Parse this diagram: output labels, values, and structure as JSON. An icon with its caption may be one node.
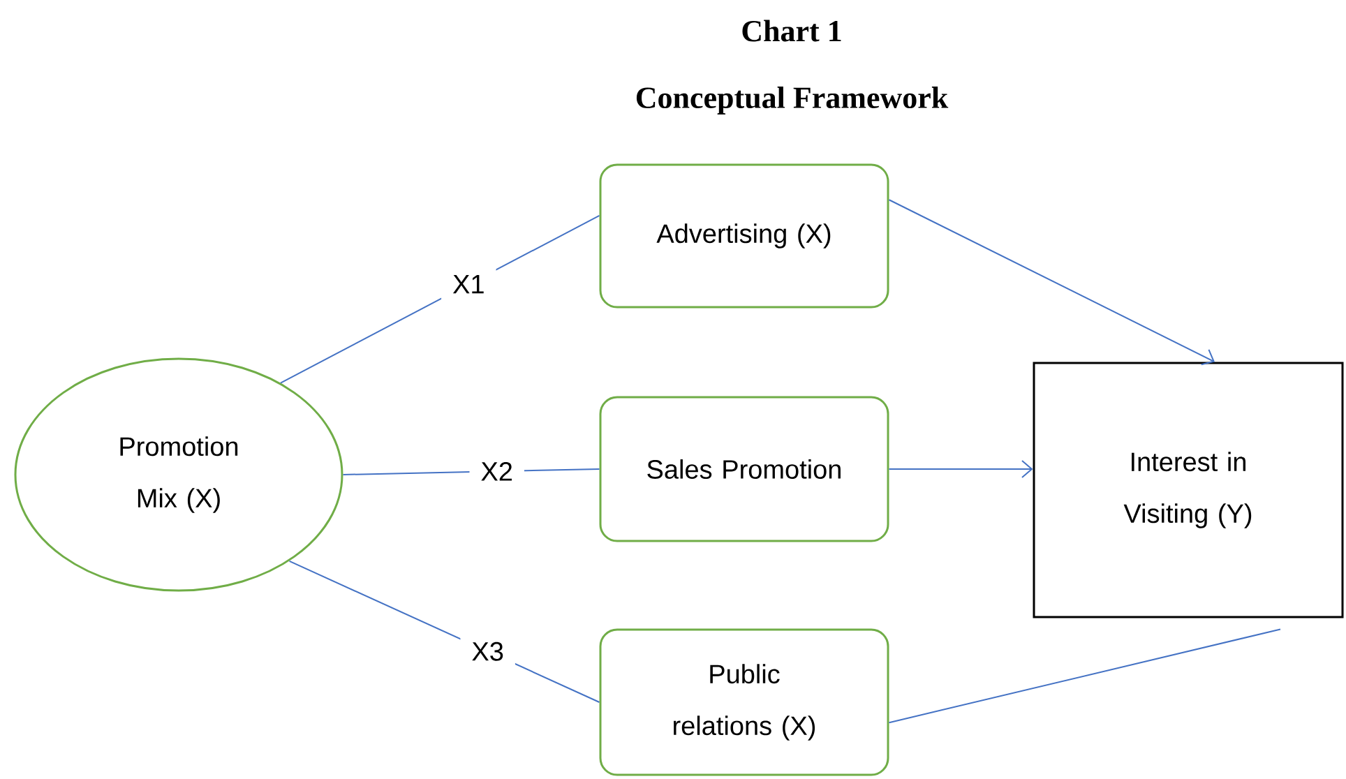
{
  "diagram": {
    "title": "Chart 1",
    "nodes": [
      {
        "text": [
          "Promotion Mix (X)"
        ]
      },
      {
        "text": [
          "Advertising (X)"
        ]
      },
      {
        "text": [
          "Sales Promotion"
        ]
      },
      {
        "text": [
          "Public relations (X)"
        ]
      },
      {
        "text": [
          "Interest in Visiting (Y)"
        ]
      }
    ],
    "edges": [
      {
        "from": 0,
        "to": 1,
        "arrow": "none",
        "label": "X1"
      },
      {
        "from": 0,
        "to": 2,
        "arrow": "none",
        "label": "X2"
      },
      {
        "from": 0,
        "to": 3,
        "arrow": "none",
        "label": "X3"
      },
      {
        "from": 1,
        "to": 4,
        "arrow": "to"
      },
      {
        "from": 2,
        "to": 4,
        "arrow": "to"
      },
      {
        "from": 3,
        "to": 4,
        "arrow": "none"
      }
    ],
    "labels": [
      "Conceptual Framework"
    ]
  }
}
